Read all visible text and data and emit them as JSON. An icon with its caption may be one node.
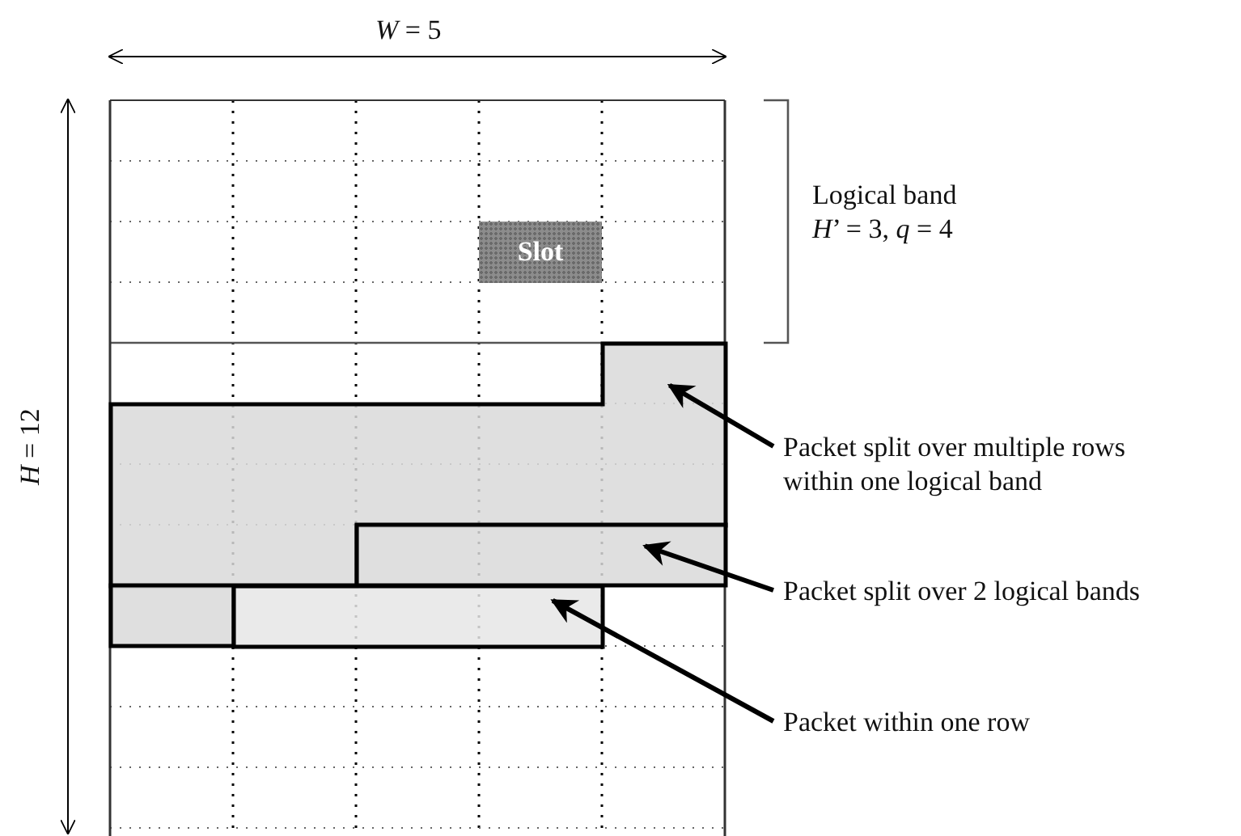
{
  "diagram": {
    "nodes": [
      {
        "text": [
          "Slot"
        ]
      },
      {
        "text": [],
        "shape": "box"
      },
      {
        "text": [],
        "shape": "box"
      },
      {
        "text": [],
        "shape": "box"
      },
      {
        "text": [
          "Packet split over multiple rows within one logical band"
        ]
      },
      {
        "text": [
          "Packet split over 2 logical bands"
        ]
      },
      {
        "text": [
          "Packet within one row"
        ]
      }
    ],
    "edges": [
      {
        "from": 4,
        "to": 1,
        "arrow": "to"
      },
      {
        "from": 5,
        "to": 2,
        "arrow": "to"
      },
      {
        "from": 6,
        "to": 3,
        "arrow": "to"
      }
    ],
    "labels": [
      "*W* = 5",
      "*H* = 12",
      "Logical band",
      "*H*’ = 3, *q* = 4"
    ]
  }
}
